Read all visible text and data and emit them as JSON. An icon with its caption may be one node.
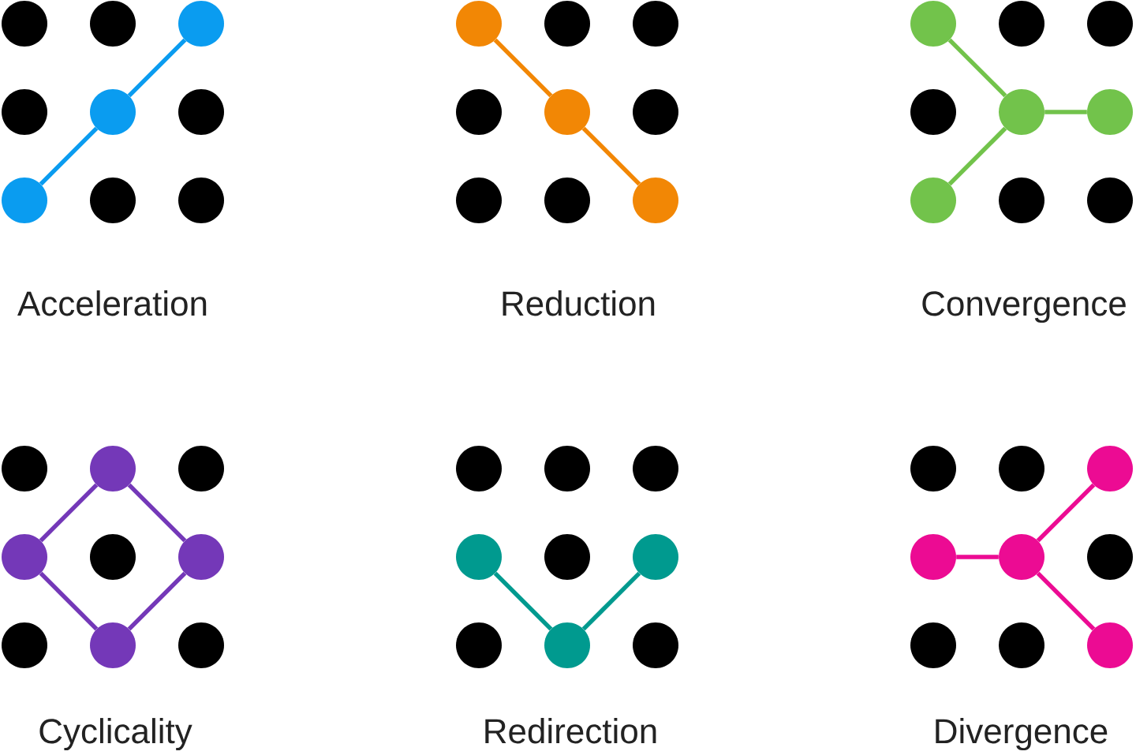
{
  "diagram": {
    "nodes": [
      {
        "text": [],
        "shape": "circle"
      },
      {
        "text": [],
        "shape": "circle"
      },
      {
        "text": [],
        "shape": "circle"
      },
      {
        "text": [],
        "shape": "circle"
      },
      {
        "text": [],
        "shape": "circle"
      },
      {
        "text": [],
        "shape": "circle"
      },
      {
        "text": [],
        "shape": "circle"
      },
      {
        "text": [],
        "shape": "circle"
      },
      {
        "text": [],
        "shape": "circle"
      },
      {
        "text": [],
        "shape": "circle"
      },
      {
        "text": [],
        "shape": "circle"
      },
      {
        "text": [],
        "shape": "circle"
      },
      {
        "text": [],
        "shape": "circle"
      },
      {
        "text": [],
        "shape": "circle"
      },
      {
        "text": [],
        "shape": "circle"
      },
      {
        "text": [],
        "shape": "circle"
      },
      {
        "text": [],
        "shape": "circle"
      },
      {
        "text": [],
        "shape": "circle"
      },
      {
        "text": [],
        "shape": "circle"
      },
      {
        "text": [],
        "shape": "circle"
      },
      {
        "text": [],
        "shape": "circle"
      },
      {
        "text": [],
        "shape": "circle"
      },
      {
        "text": [],
        "shape": "circle"
      },
      {
        "text": [],
        "shape": "circle"
      },
      {
        "text": [],
        "shape": "circle"
      },
      {
        "text": [],
        "shape": "circle"
      },
      {
        "text": [],
        "shape": "circle"
      },
      {
        "text": [],
        "shape": "circle"
      },
      {
        "text": [],
        "shape": "circle"
      },
      {
        "text": [],
        "shape": "circle"
      },
      {
        "text": [],
        "shape": "circle"
      },
      {
        "text": [],
        "shape": "circle"
      },
      {
        "text": [],
        "shape": "circle"
      },
      {
        "text": [],
        "shape": "circle"
      },
      {
        "text": [],
        "shape": "circle"
      },
      {
        "text": [],
        "shape": "circle"
      },
      {
        "text": [],
        "shape": "circle"
      },
      {
        "text": [],
        "shape": "circle"
      },
      {
        "text": [],
        "shape": "circle"
      },
      {
        "text": [],
        "shape": "circle"
      },
      {
        "text": [],
        "shape": "circle"
      },
      {
        "text": [],
        "shape": "circle"
      },
      {
        "text": [],
        "shape": "circle"
      },
      {
        "text": [],
        "shape": "circle"
      },
      {
        "text": [],
        "shape": "circle"
      },
      {
        "text": [],
        "shape": "circle"
      },
      {
        "text": [],
        "shape": "circle"
      },
      {
        "text": [],
        "shape": "circle"
      },
      {
        "text": [],
        "shape": "circle"
      },
      {
        "text": [],
        "shape": "circle"
      },
      {
        "text": [],
        "shape": "circle"
      },
      {
        "text": [],
        "shape": "circle"
      },
      {
        "text": [],
        "shape": "circle"
      },
      {
        "text": [],
        "shape": "circle"
      }
    ],
    "edges": [
      {
        "from": 6,
        "to": 4,
        "arrow": "none",
        "color": "#0a9cf0"
      },
      {
        "from": 4,
        "to": 2,
        "arrow": "none",
        "color": "#0a9cf0"
      },
      {
        "from": 9,
        "to": 13,
        "arrow": "none",
        "color": "#f28705"
      },
      {
        "from": 13,
        "to": 17,
        "arrow": "none",
        "color": "#f28705"
      },
      {
        "from": 18,
        "to": 22,
        "arrow": "none",
        "color": "#72c34b"
      },
      {
        "from": 24,
        "to": 22,
        "arrow": "none",
        "color": "#72c34b"
      },
      {
        "from": 22,
        "to": 23,
        "arrow": "none",
        "color": "#72c34b"
      },
      {
        "from": 28,
        "to": 32,
        "arrow": "none",
        "color": "#7438b8"
      },
      {
        "from": 32,
        "to": 34,
        "arrow": "none",
        "color": "#7438b8"
      },
      {
        "from": 34,
        "to": 30,
        "arrow": "none",
        "color": "#7438b8"
      },
      {
        "from": 30,
        "to": 28,
        "arrow": "none",
        "color": "#7438b8"
      },
      {
        "from": 39,
        "to": 43,
        "arrow": "none",
        "color": "#009a8f"
      },
      {
        "from": 43,
        "to": 41,
        "arrow": "none",
        "color": "#009a8f"
      },
      {
        "from": 48,
        "to": 49,
        "arrow": "none",
        "color": "#ec0b93"
      },
      {
        "from": 49,
        "to": 47,
        "arrow": "none",
        "color": "#ec0b93"
      },
      {
        "from": 49,
        "to": 53,
        "arrow": "none",
        "color": "#ec0b93"
      }
    ],
    "labels": [
      "Acceleration",
      "Reduction",
      "Convergence",
      "Cyclicality",
      "Redirection",
      "Divergence"
    ]
  }
}
